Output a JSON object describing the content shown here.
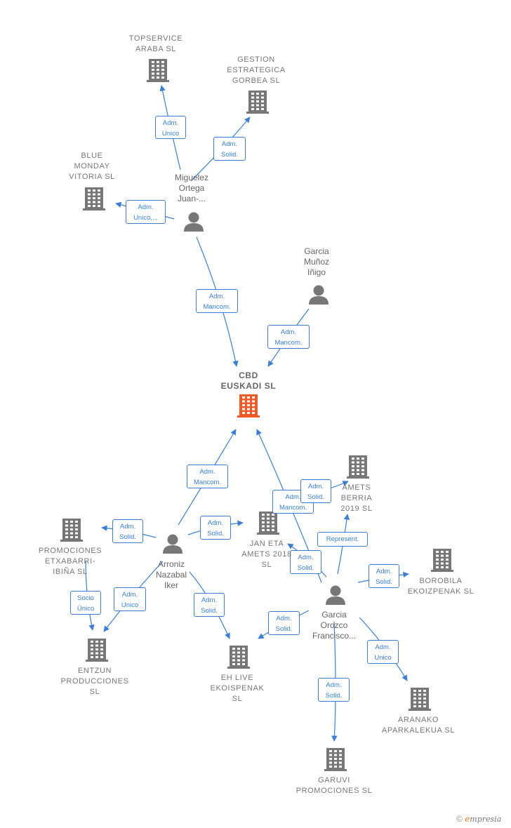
{
  "center_company": {
    "label": [
      "CBD",
      "EUSKADI  SL"
    ]
  },
  "companies": [
    {
      "id": "topservice",
      "label": [
        "TOPSERVICE",
        "ARABA  SL"
      ]
    },
    {
      "id": "gestion",
      "label": [
        "GESTION",
        "ESTRATEGICA",
        "GORBEA  SL"
      ]
    },
    {
      "id": "bluemonday",
      "label": [
        "BLUE",
        "MONDAY",
        "VITORIA  SL"
      ]
    },
    {
      "id": "ametsberria",
      "label": [
        "AMETS",
        "BERRIA",
        "2019  SL"
      ]
    },
    {
      "id": "janeta",
      "label": [
        "JAN ETA",
        "AMETS 2018",
        "SL"
      ]
    },
    {
      "id": "promociones",
      "label": [
        "PROMOCIONES",
        "ETXABARRI-",
        "IBIÑA SL"
      ]
    },
    {
      "id": "borobila",
      "label": [
        "BOROBILA",
        "EKOIZPENAK SL"
      ]
    },
    {
      "id": "entzun",
      "label": [
        "ENTZUN",
        "PRODUCCIONES",
        "SL"
      ]
    },
    {
      "id": "ehlive",
      "label": [
        "EH LIVE",
        "EKOISPENAK",
        "SL"
      ]
    },
    {
      "id": "aranako",
      "label": [
        "ARANAKO",
        "APARKALEKUA SL"
      ]
    },
    {
      "id": "garuvi",
      "label": [
        "GARUVI",
        "PROMOCIONES SL"
      ]
    }
  ],
  "persons": [
    {
      "id": "miguelez",
      "label": [
        "Miguelez",
        "Ortega",
        "Juan-..."
      ]
    },
    {
      "id": "garciamunoz",
      "label": [
        "Garcia",
        "Muñoz",
        "Iñigo"
      ]
    },
    {
      "id": "arroniz",
      "label": [
        "Arroniz",
        "Nazabal",
        "Iker"
      ]
    },
    {
      "id": "garciaorozco",
      "label": [
        "Garcia",
        "Orozco",
        "Francisco..."
      ]
    }
  ],
  "relations": [
    {
      "from": "miguelez",
      "to": "topservice",
      "label": [
        "Adm.",
        "Unico"
      ]
    },
    {
      "from": "miguelez",
      "to": "gestion",
      "label": [
        "Adm.",
        "Solid."
      ]
    },
    {
      "from": "miguelez",
      "to": "bluemonday",
      "label": [
        "Adm.",
        "Unico,..."
      ]
    },
    {
      "from": "miguelez",
      "to": "cbd",
      "label": [
        "Adm.",
        "Mancom."
      ]
    },
    {
      "from": "garciamunoz",
      "to": "cbd",
      "label": [
        "Adm.",
        "Mancom."
      ]
    },
    {
      "from": "arroniz",
      "to": "cbd",
      "label": [
        "Adm.",
        "Mancom."
      ]
    },
    {
      "from": "arroniz",
      "to": "promociones",
      "label": [
        "Adm.",
        "Solid."
      ]
    },
    {
      "from": "arroniz",
      "to": "janeta",
      "label": [
        "Adm.",
        "Solid."
      ]
    },
    {
      "from": "arroniz",
      "to": "entzun",
      "label": [
        "Adm.",
        "Unico"
      ]
    },
    {
      "from": "arroniz",
      "to": "ehlive",
      "label": [
        "Adm.",
        "Solid."
      ]
    },
    {
      "from": "promociones",
      "to": "entzun",
      "label": [
        "Socio",
        "Único"
      ]
    },
    {
      "from": "garciaorozco",
      "to": "cbd",
      "label": [
        "Adm.",
        "Mancom."
      ]
    },
    {
      "from": "garciaorozco",
      "to": "ametsberria",
      "label": [
        "Adm.",
        "Solid."
      ]
    },
    {
      "from": "garciaorozco",
      "to": "ametsberria",
      "label": [
        "Represent."
      ]
    },
    {
      "from": "garciaorozco",
      "to": "janeta",
      "label": [
        "Adm.",
        "Solid."
      ]
    },
    {
      "from": "garciaorozco",
      "to": "borobila",
      "label": [
        "Adm.",
        "Solid."
      ]
    },
    {
      "from": "garciaorozco",
      "to": "ehlive",
      "label": [
        "Adm.",
        "Solid."
      ]
    },
    {
      "from": "garciaorozco",
      "to": "aranako",
      "label": [
        "Adm.",
        "Unico"
      ]
    },
    {
      "from": "garciaorozco",
      "to": "garuvi",
      "label": [
        "Adm.",
        "Solid."
      ]
    }
  ],
  "footer": {
    "copyright": "©",
    "brand_first": "e",
    "brand_rest": "mpresia"
  },
  "colors": {
    "edge": "#3a7fd5",
    "building": "#777777",
    "center_building": "#f05a28",
    "person": "#777777"
  }
}
